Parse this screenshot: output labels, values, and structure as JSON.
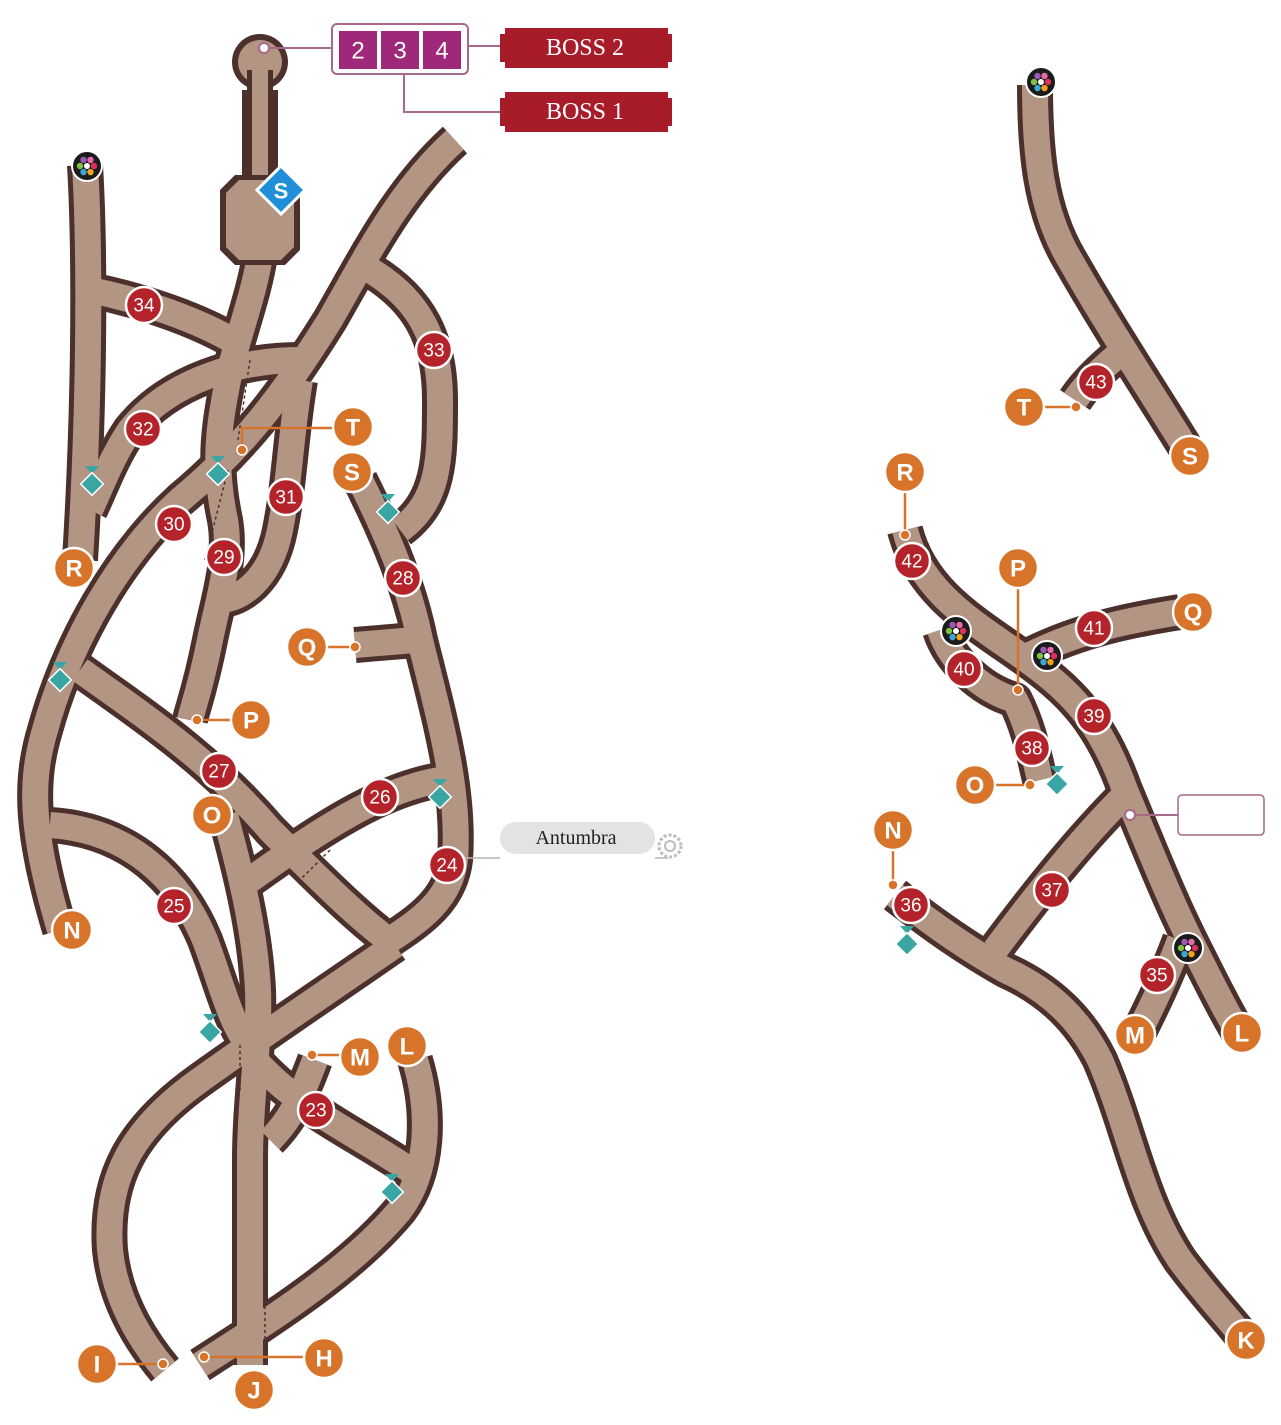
{
  "map": {
    "start_label": "S",
    "boss_route": {
      "levels": [
        "2",
        "3",
        "4"
      ],
      "boss2_label": "BOSS 2",
      "boss1_label": "BOSS 1"
    },
    "npc_label": "Antumbra",
    "colors": {
      "road": "#b39584",
      "road_edge": "#4b302c",
      "marker_number": "#b5232a",
      "marker_exit": "#d8732a",
      "level_box": "#a0287a",
      "boss_banner": "#a81c2a",
      "start": "#1e8fd8",
      "save_point": "#3aa6a4"
    },
    "left_section": {
      "number_markers": [
        "34",
        "33",
        "32",
        "31",
        "30",
        "29",
        "28",
        "27",
        "26",
        "25",
        "24",
        "23"
      ],
      "exit_markers": [
        "T",
        "S",
        "R",
        "Q",
        "P",
        "O",
        "N",
        "M",
        "L",
        "I",
        "H",
        "J"
      ]
    },
    "right_section": {
      "number_markers": [
        "43",
        "42",
        "41",
        "40",
        "39",
        "38",
        "37",
        "36",
        "35"
      ],
      "exit_markers": [
        "T",
        "S",
        "R",
        "P",
        "Q",
        "O",
        "N",
        "M",
        "L",
        "K"
      ]
    },
    "icons": {
      "orb": "multicolor-orb-icon",
      "save": "teal-save-point-icon",
      "npc": "gear-icon"
    }
  }
}
